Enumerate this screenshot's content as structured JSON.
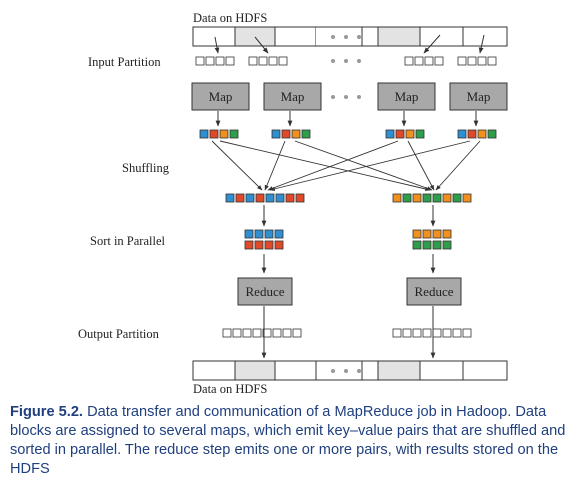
{
  "diagram": {
    "hdfs_top_label": "Data on HDFS",
    "hdfs_bottom_label": "Data on HDFS",
    "stage_labels": {
      "input_partition": "Input Partition",
      "shuffling": "Shuffling",
      "sort_in_parallel": "Sort in Parallel",
      "output_partition": "Output Partition"
    },
    "map_label": "Map",
    "reduce_label": "Reduce",
    "colors": {
      "blue": "#2f8fd0",
      "orange": "#f0901f",
      "red": "#e04a2a",
      "green": "#2f9e4a",
      "gray_box": "#a8a8a8",
      "hdfs_shade": "#e3e3e3",
      "line": "#333333"
    },
    "map_outputs": [
      [
        "blue",
        "red",
        "orange",
        "green"
      ],
      [
        "blue",
        "red",
        "orange",
        "green"
      ],
      [
        "blue",
        "red",
        "orange",
        "green"
      ],
      [
        "blue",
        "red",
        "orange",
        "green"
      ]
    ],
    "shuffle_left": [
      "blue",
      "red",
      "blue",
      "red",
      "blue",
      "blue",
      "red",
      "red"
    ],
    "shuffle_right": [
      "orange",
      "green",
      "orange",
      "green",
      "green",
      "orange",
      "green",
      "orange"
    ],
    "sorted_left": [
      [
        "blue",
        "blue",
        "blue",
        "blue"
      ],
      [
        "red",
        "red",
        "red",
        "red"
      ]
    ],
    "sorted_right": [
      [
        "orange",
        "orange",
        "orange",
        "orange"
      ],
      [
        "green",
        "green",
        "green",
        "green"
      ]
    ]
  },
  "caption": {
    "label": "Figure 5.2.",
    "text": "Data transfer and communication of a MapReduce job in Hadoop. Data blocks are assigned to several maps, which emit key–value pairs that are shuffled and sorted in parallel. The reduce step emits one or more pairs, with results stored on the HDFS"
  }
}
